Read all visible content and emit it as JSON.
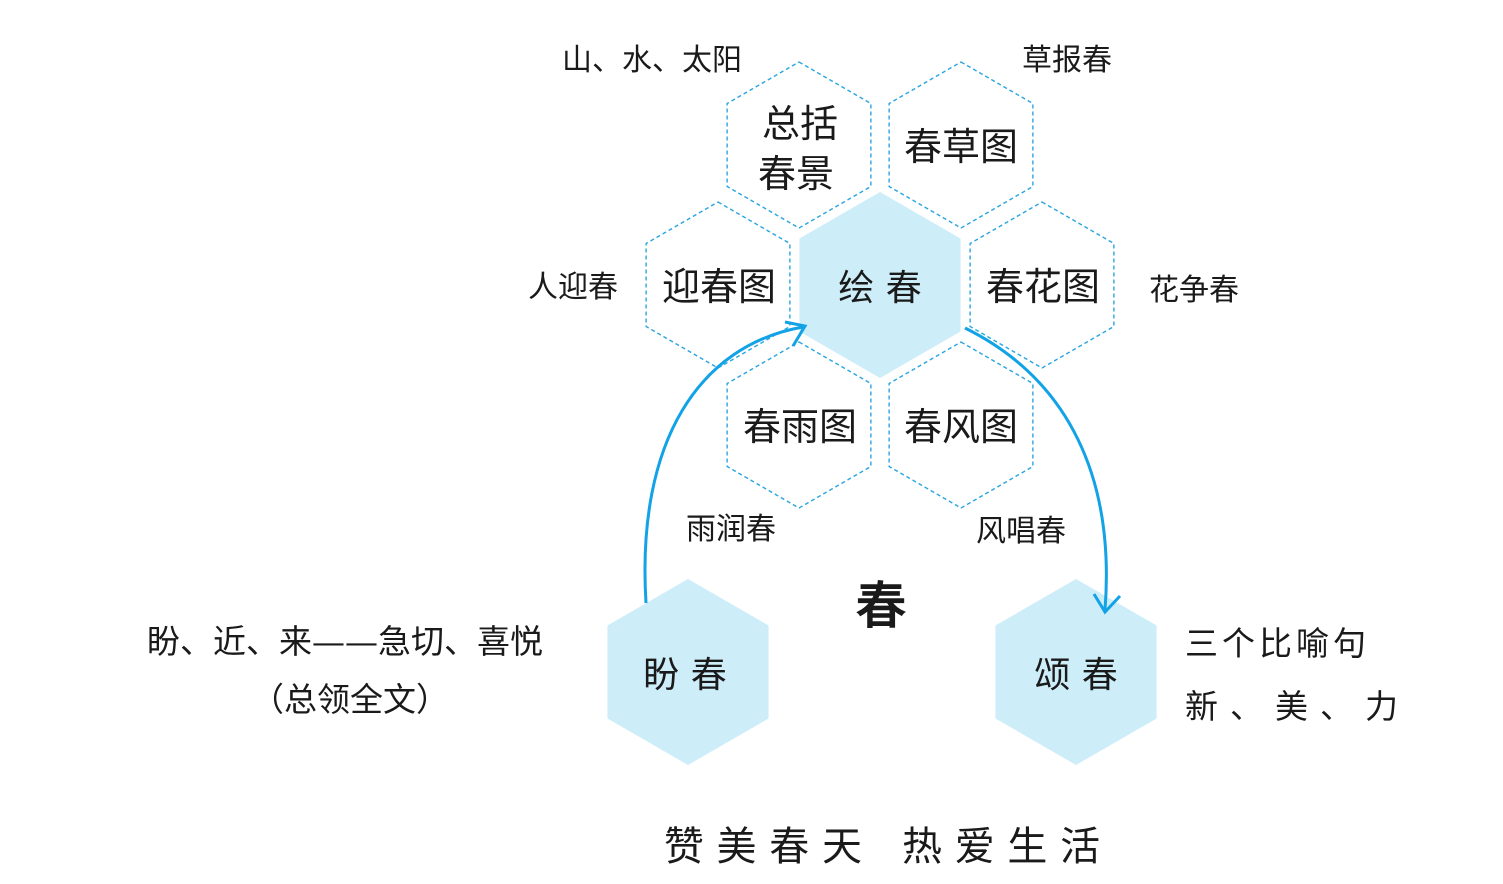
{
  "center": {
    "label": "绘 春"
  },
  "hexagons": [
    {
      "label_line1": "总括",
      "label_line2": "春景",
      "note": "山、水、太阳"
    },
    {
      "label": "春草图",
      "note": "草报春"
    },
    {
      "label": "迎春图",
      "note": "人迎春"
    },
    {
      "label": "春花图",
      "note": "花争春"
    },
    {
      "label": "春雨图",
      "note": "雨润春"
    },
    {
      "label": "春风图",
      "note": "风唱春"
    }
  ],
  "title": "春",
  "left": {
    "label": "盼 春",
    "note_line1": "盼、近、来——急切、喜悦",
    "note_line2": "（总领全文）"
  },
  "right": {
    "label": "颂 春",
    "note_line1": "三个比喻句",
    "note_line2": "新、美、力"
  },
  "theme": "赞 美 春 天　热 爱 生 活",
  "colors": {
    "fill": "#cdedf9",
    "accent": "#12a2e6"
  }
}
